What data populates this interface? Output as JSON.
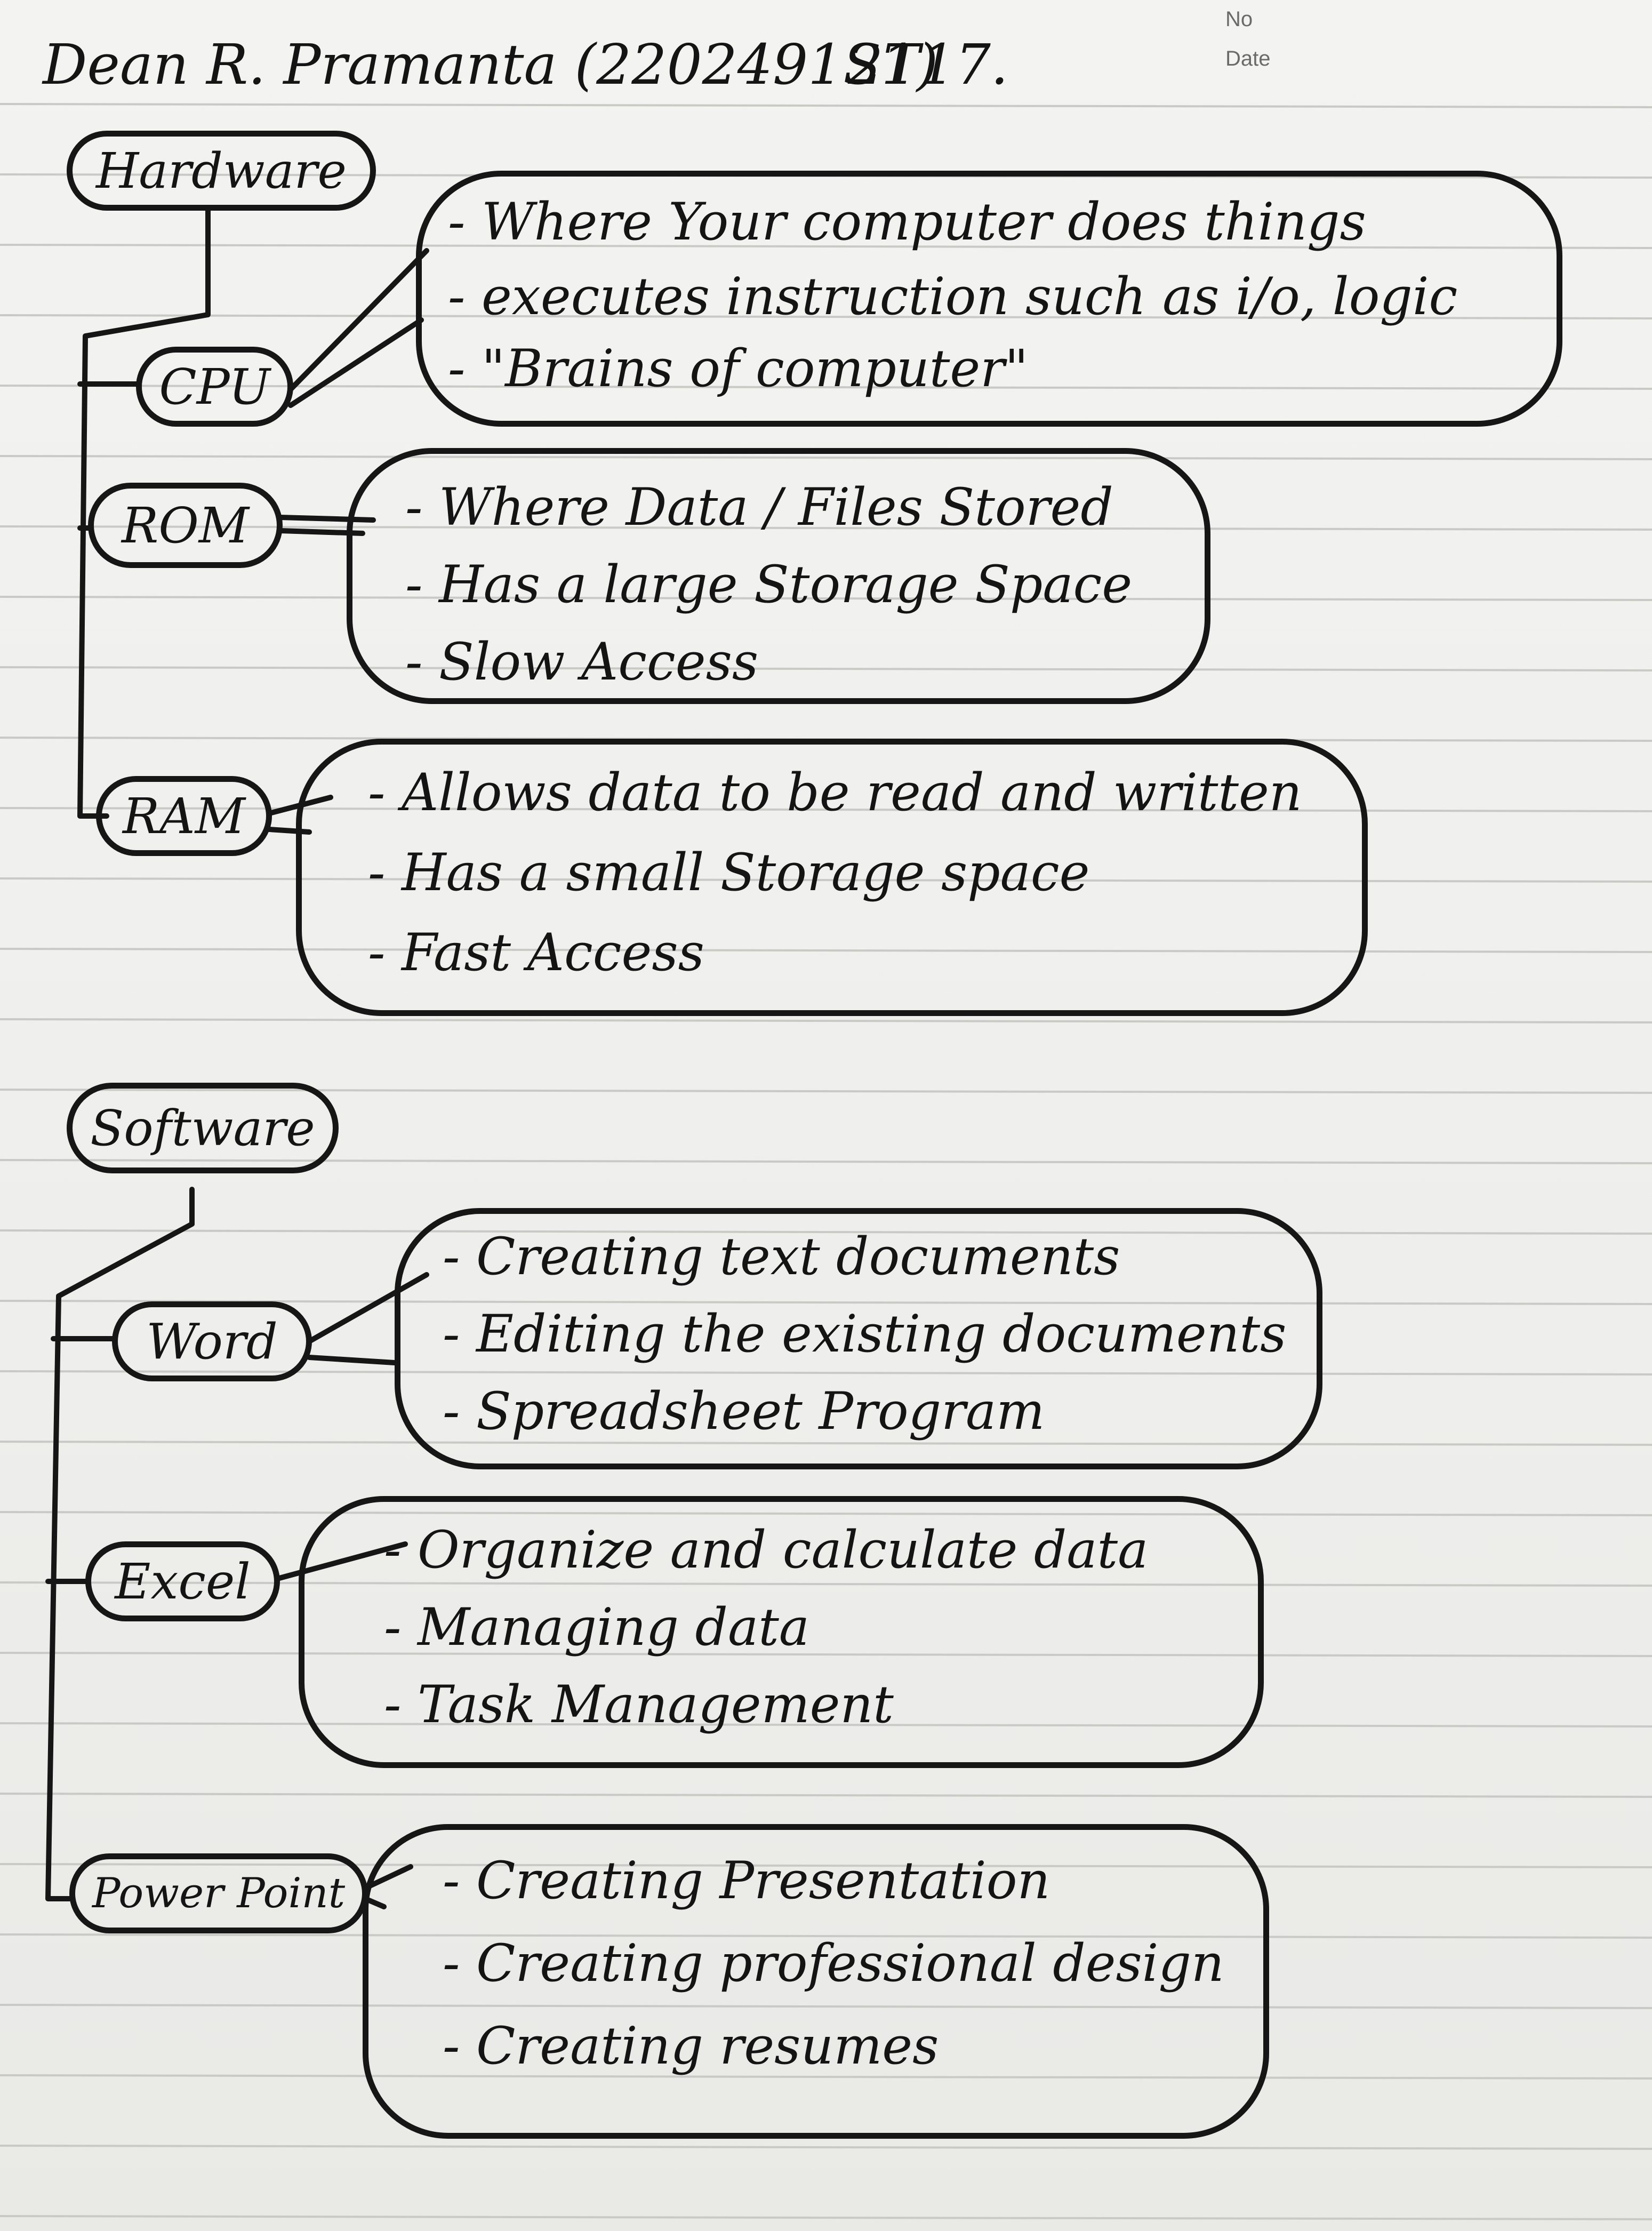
{
  "header": {
    "no_label": "No",
    "date_label": "Date",
    "name": "Dean R. Pramanta (2202491S1)",
    "code": "2T17."
  },
  "hardware": {
    "label": "Hardware",
    "cpu": {
      "label": "CPU",
      "notes": [
        "- Where Your computer does things",
        "- executes instruction such as i/o, logic",
        "- \"Brains of computer\""
      ]
    },
    "rom": {
      "label": "ROM",
      "notes": [
        "- Where Data / Files Stored",
        "- Has a large Storage Space",
        "- Slow Access"
      ]
    },
    "ram": {
      "label": "RAM",
      "notes": [
        "- Allows data to be read and written",
        "- Has a small Storage space",
        "- Fast Access"
      ]
    }
  },
  "software": {
    "label": "Software",
    "word": {
      "label": "Word",
      "notes": [
        "- Creating text documents",
        "- Editing the existing documents",
        "- Spreadsheet Program"
      ]
    },
    "excel": {
      "label": "Excel",
      "notes": [
        "- Organize and calculate data",
        "- Managing data",
        "- Task Management"
      ]
    },
    "powerpoint": {
      "label": "Power Point",
      "notes": [
        "- Creating Presentation",
        "- Creating professional design",
        "- Creating resumes"
      ]
    }
  }
}
